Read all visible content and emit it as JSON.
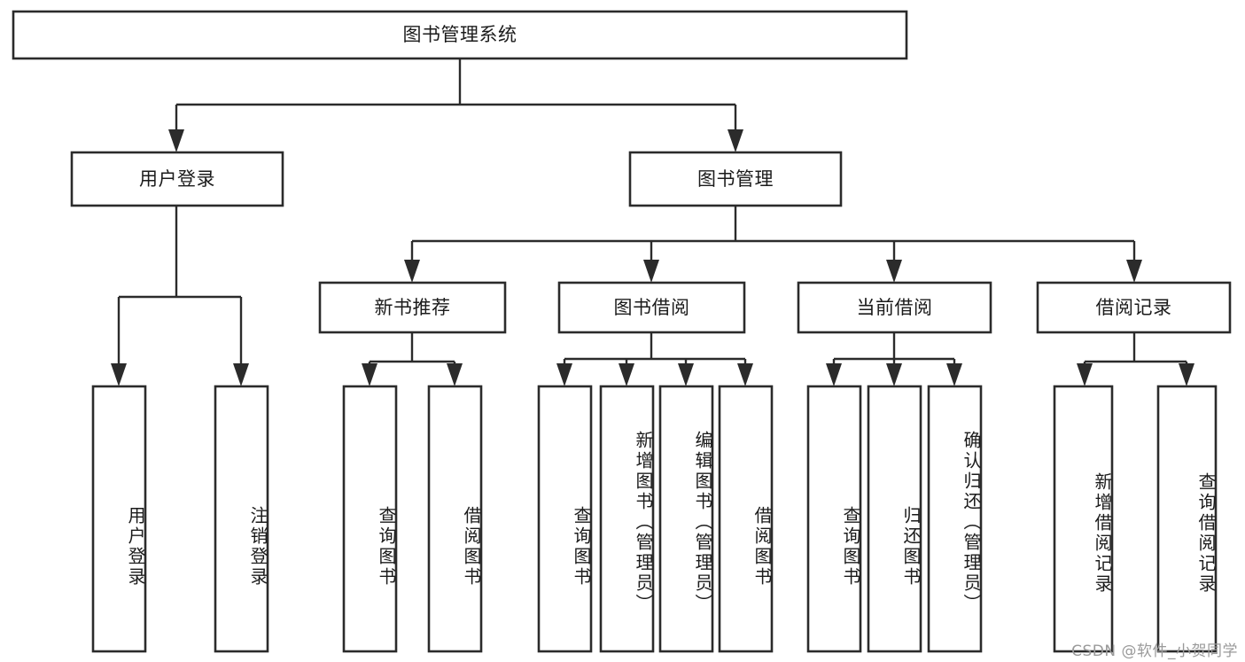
{
  "diagram": {
    "type": "hierarchy-tree",
    "title": "图书管理系统",
    "root": {
      "label": "图书管理系统"
    },
    "level2": [
      {
        "label": "用户登录"
      },
      {
        "label": "图书管理"
      }
    ],
    "level3": [
      {
        "label": "新书推荐"
      },
      {
        "label": "图书借阅"
      },
      {
        "label": "当前借阅"
      },
      {
        "label": "借阅记录"
      }
    ],
    "leaves": {
      "user_login": [
        {
          "label": "用户登录"
        },
        {
          "label": "注销登录"
        }
      ],
      "new_book_recommend": [
        {
          "label": "查询图书"
        },
        {
          "label": "借阅图书"
        }
      ],
      "book_borrow": [
        {
          "label": "查询图书"
        },
        {
          "label": "新增图书（管理员）"
        },
        {
          "label": "编辑图书（管理员）"
        },
        {
          "label": "借阅图书"
        }
      ],
      "current_borrow": [
        {
          "label": "查询图书"
        },
        {
          "label": "归还图书"
        },
        {
          "label": "确认归还（管理员）"
        }
      ],
      "borrow_record": [
        {
          "label": "新增借阅记录"
        },
        {
          "label": "查询借阅记录"
        }
      ]
    }
  },
  "watermark": {
    "text": "CSDN @软件_小贺同学"
  },
  "colors": {
    "stroke": "#2b2b2b",
    "fill": "#ffffff",
    "text": "#1b1b1b",
    "watermark": "#9a9a9a"
  }
}
